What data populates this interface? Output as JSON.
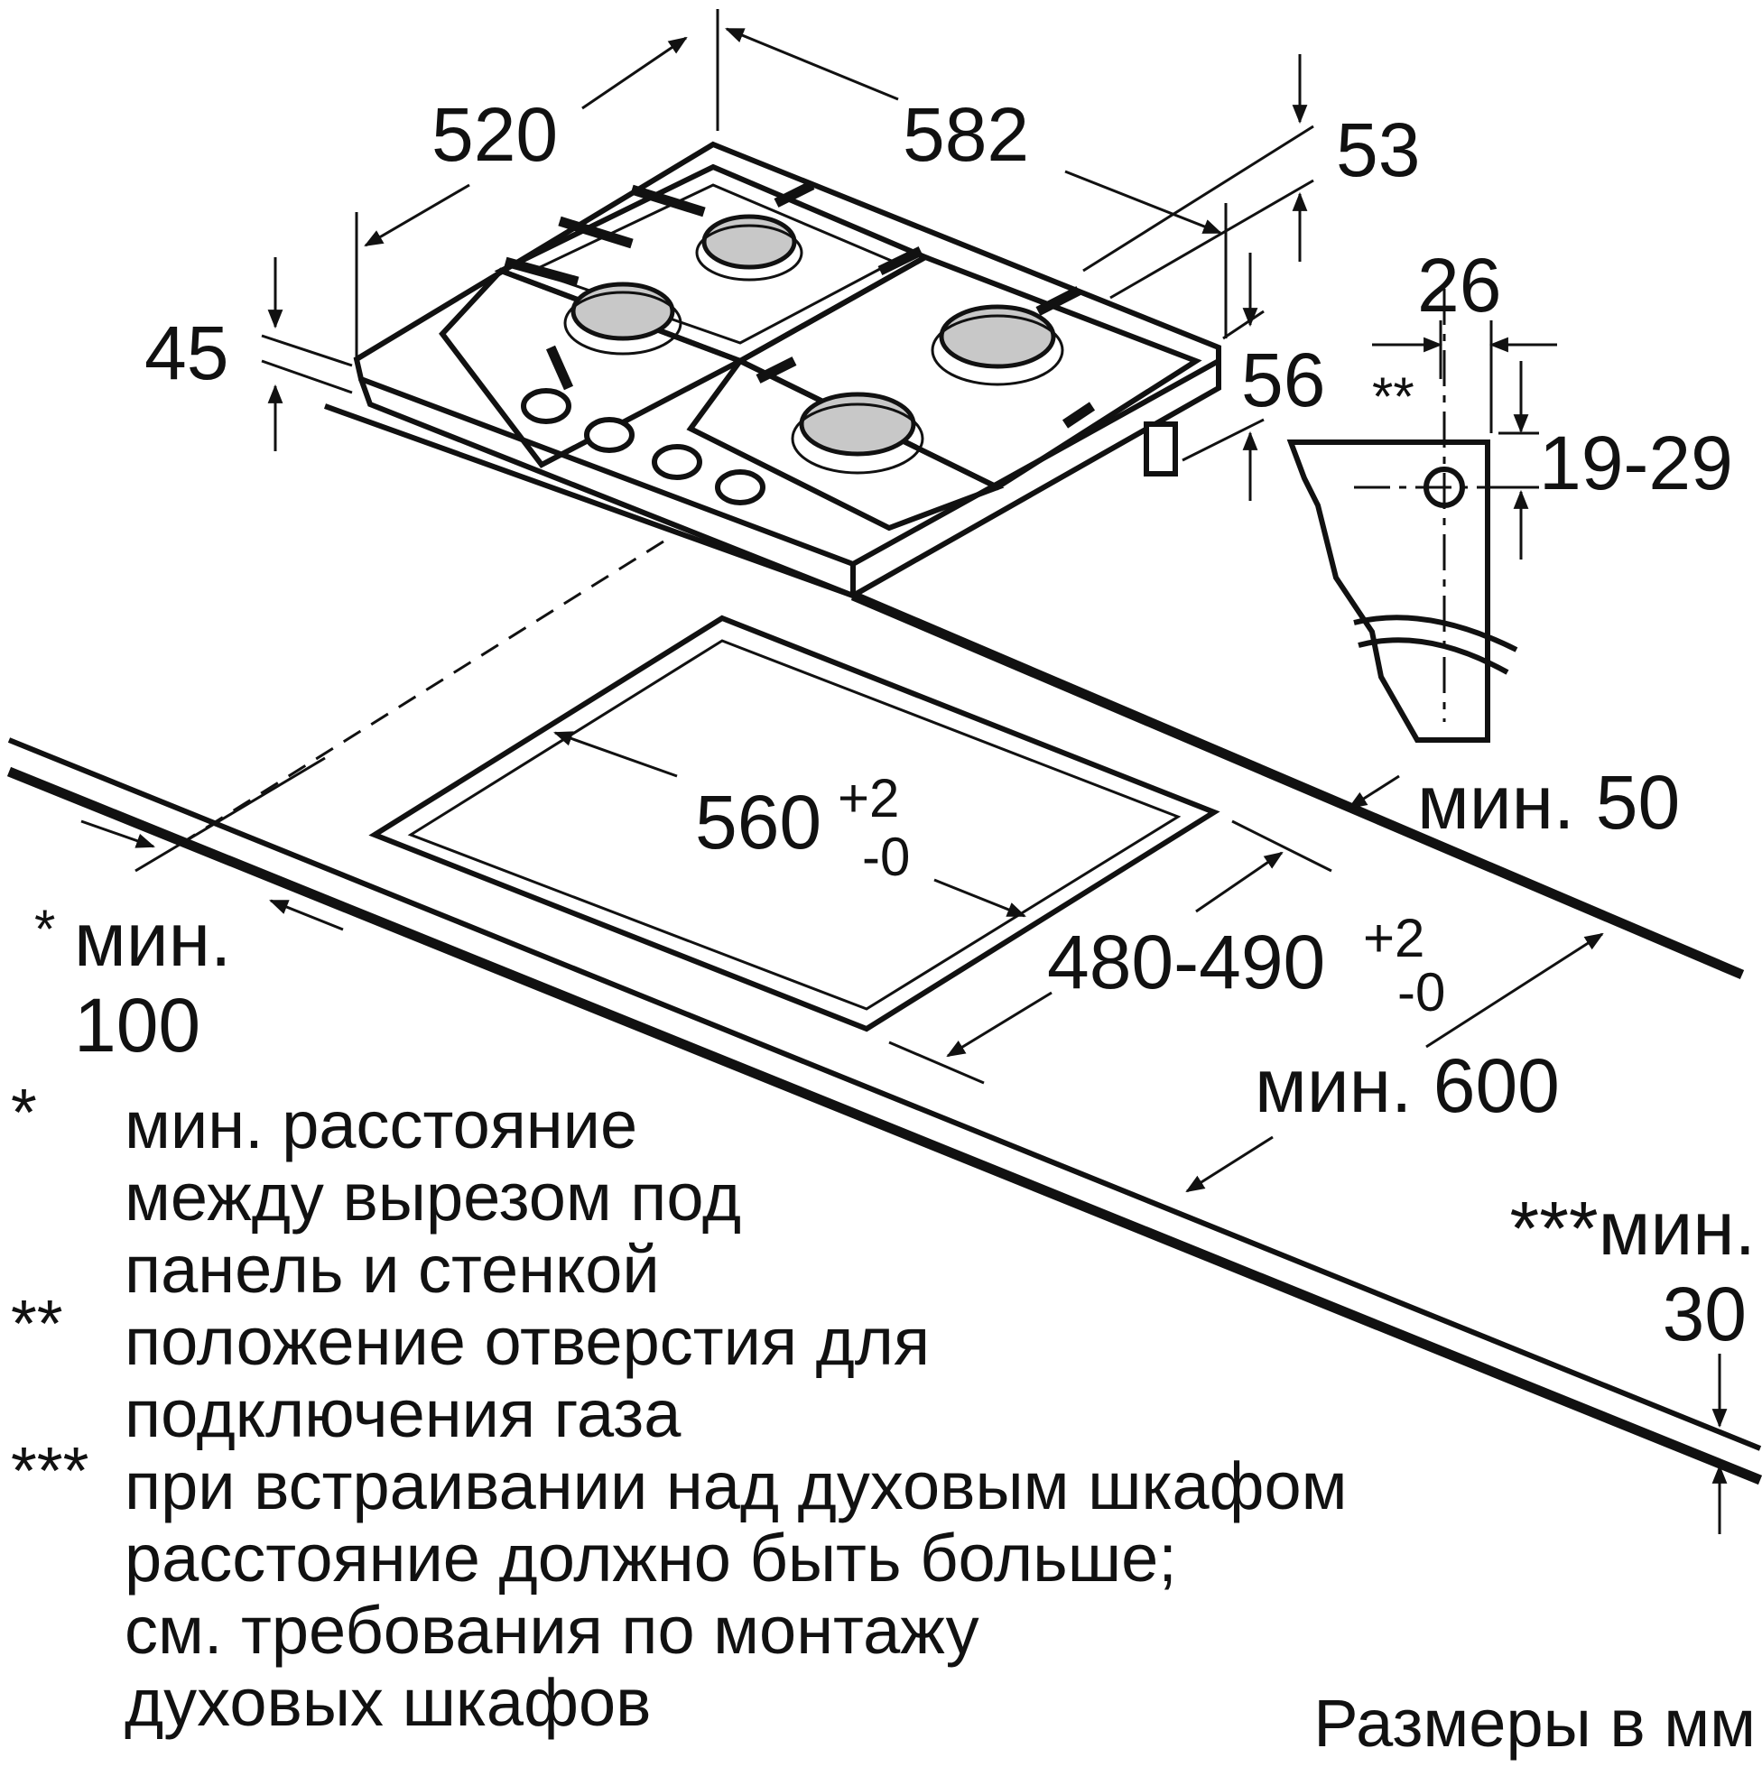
{
  "dimensions": {
    "d520": "520",
    "d582": "582",
    "d53": "53",
    "d45": "45",
    "d26": "26",
    "d56": "56",
    "dstar2": "**",
    "d19_29": "19-29",
    "cut_width": "560",
    "cut_width_tol_plus": "+2",
    "cut_width_tol_minus": "-0",
    "cut_depth": "480-490",
    "cut_depth_tol_plus": "+2",
    "cut_depth_tol_minus": "-0",
    "min50": "мин. 50",
    "min100_a": "мин.",
    "min100_b": "100",
    "min100_star": "*",
    "min600": "мин. 600",
    "min30_a": "***мин.",
    "min30_b": "30"
  },
  "notes": [
    {
      "mark": "*",
      "lines": [
        "мин. расстояние",
        "между вырезом под",
        "панель и стенкой"
      ]
    },
    {
      "mark": "**",
      "lines": [
        "положение отверстия для",
        "подключения газа"
      ]
    },
    {
      "mark": "***",
      "lines": [
        "при встраивании над духовым шкафом",
        "расстояние должно быть больше;",
        "см. требования по монтажу",
        "духовых шкафов"
      ]
    }
  ],
  "units": "Размеры в мм"
}
